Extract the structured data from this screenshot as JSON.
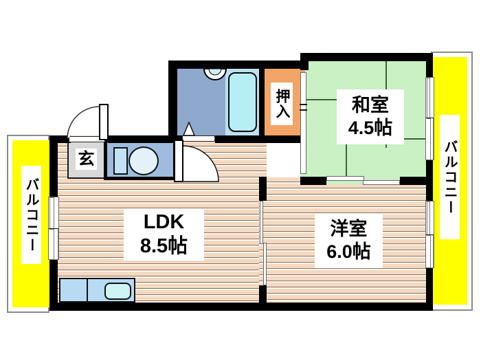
{
  "plan": {
    "type": "apartment-floor-plan",
    "rooms": {
      "washitsu": {
        "name": "和室",
        "size": "4.5帖"
      },
      "yoshitsu": {
        "name": "洋室",
        "size": "6.0帖"
      },
      "ldk": {
        "name": "LDK",
        "size": "8.5帖"
      },
      "genkan": {
        "name": "玄"
      },
      "oshiire": {
        "name": "押入"
      }
    },
    "balconies": {
      "left": {
        "label": "バルコニー"
      },
      "right": {
        "label": "バルコニー"
      }
    },
    "fixtures": [
      "bathtub",
      "washbasin",
      "toilet",
      "kitchen-counter",
      "sink",
      "entrance-door",
      "hallway-door",
      "bathroom-folding-door"
    ],
    "colors": {
      "wall": "#000000",
      "balcony_yellow": "#ffff00",
      "tatami_green": "#c9f1c3",
      "wood_floor_tan": "#f3d9c1",
      "bathroom_blue": "#8fa9cd",
      "bath_area_blue": "#bee0f1",
      "bathtub_cyan": "#b5eff5",
      "toilet_room_blue": "#9fbbdf",
      "closet_orange": "#f2a566",
      "genkan_gray": "#d9d9d9",
      "kitchen_counter_blue": "#b7dbf3",
      "sink_cyan": "#cff4f6"
    }
  }
}
